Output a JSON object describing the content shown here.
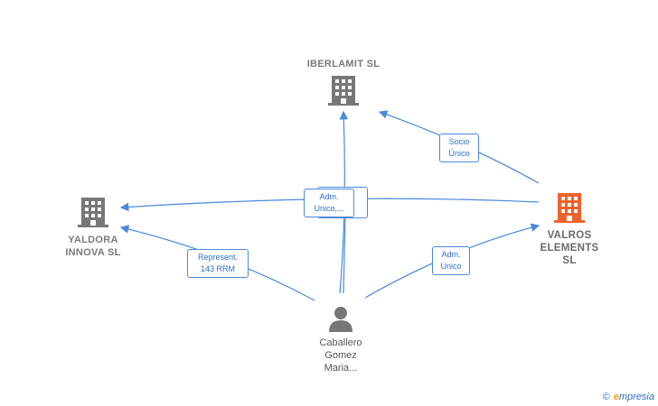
{
  "nodes": {
    "iberlamit": {
      "name": "IBERLAMIT  SL",
      "icon": "building-icon",
      "color": "#777777"
    },
    "yaldora": {
      "name_line1": "YALDORA",
      "name_line2": "INNOVA  SL",
      "icon": "building-icon",
      "color": "#777777"
    },
    "valros": {
      "name_line1": "VALROS",
      "name_line2": "ELEMENTS",
      "name_line3": "SL",
      "icon": "building-icon",
      "color": "#f0622d"
    },
    "person": {
      "name_line1": "Caballero",
      "name_line2": "Gomez",
      "name_line3": "Maria...",
      "icon": "person-icon",
      "color": "#777777"
    }
  },
  "edges": {
    "socio_unico": {
      "line1": "Socio",
      "line2": "Único"
    },
    "adm_unico_center": {
      "line1": "Adm.",
      "line2": "Unico,..."
    },
    "represent": {
      "line1": "Represent.",
      "line2": "143 RRM"
    },
    "adm_unico_right": {
      "line1": "Adm.",
      "line2": "Unico"
    }
  },
  "colors": {
    "edge": "#4a89dc"
  },
  "watermark": {
    "copyright": "©",
    "brand_e": "e",
    "brand_rest": "mpresia"
  }
}
